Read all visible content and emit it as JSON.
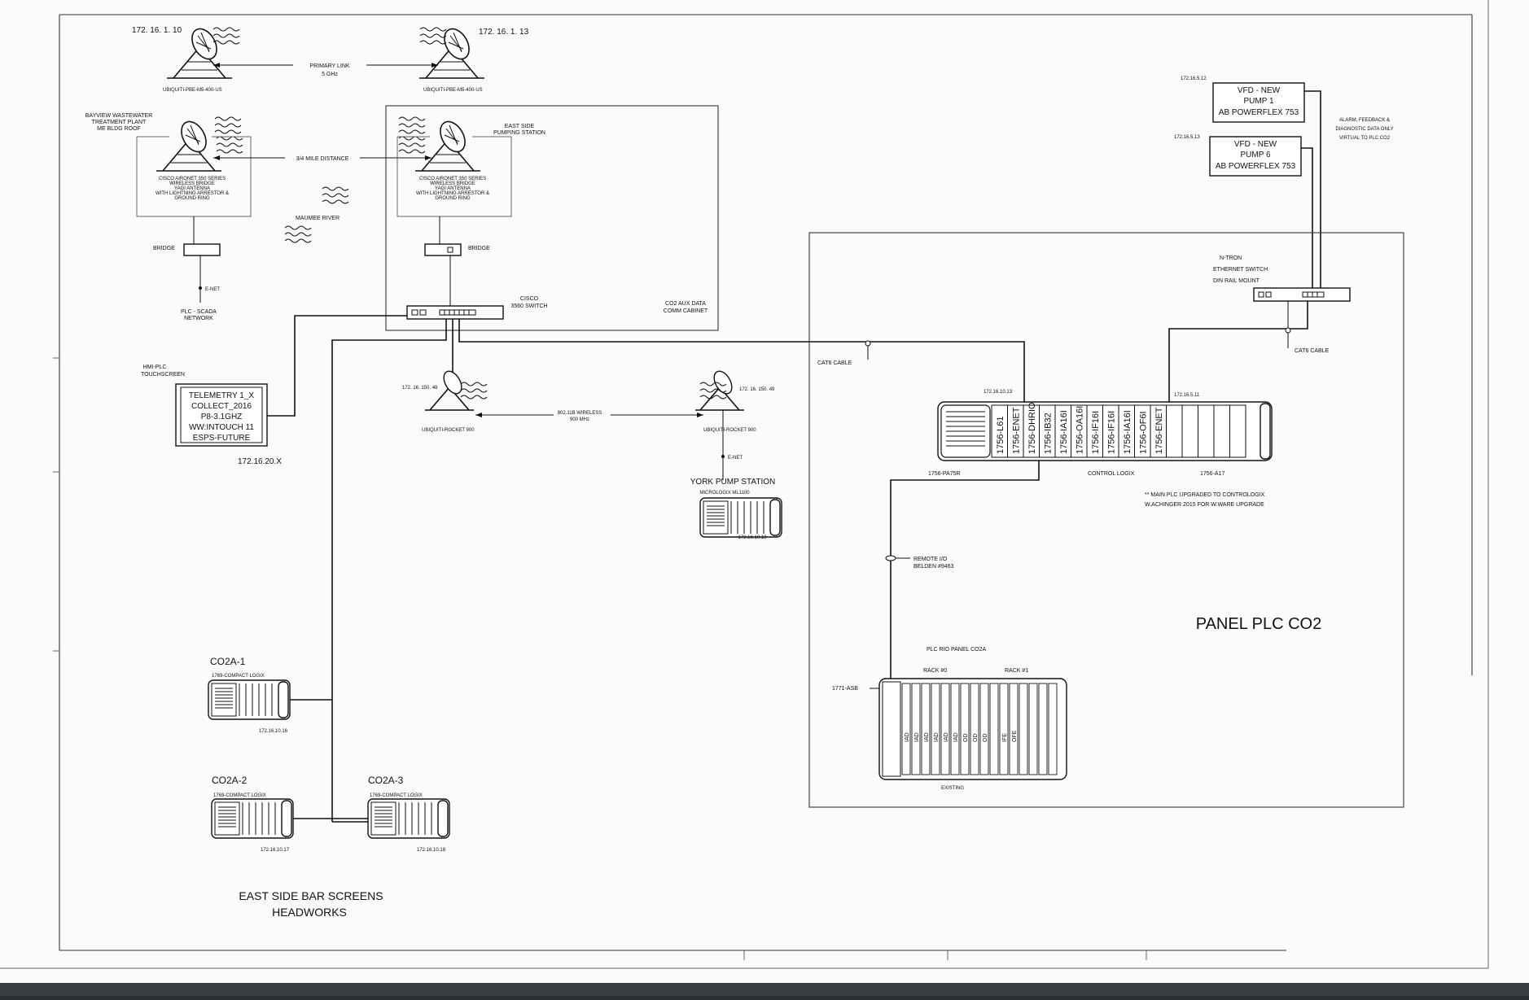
{
  "links": {
    "primary_ip_a": "172. 16. 1. 10",
    "primary_ip_b": "172. 16. 1. 13",
    "primary_link": "PRIMARY LINK",
    "primary_freq": "5 GHz",
    "dish_model_a": "UBIQUITI-PBE-M5-400-US",
    "dish_model_b": "UBIQUITI-PBE-M5-400-US",
    "distance": "3/4 MILE DISTANCE",
    "cisco_bridge_desc": [
      "CISCO AIRONET 350 SERIES",
      "WIRELESS BRIDGE",
      "YAGI ANTENNA",
      "WITH LIGHTNING ARRESTOR &",
      "GROUND RING"
    ],
    "rocket_ip_a": "172. 16. 150. 48",
    "rocket_ip_b": "172. 16. 150. 49",
    "wireless_900": "802.11B WIRELESS",
    "wireless_900_freq": "900 MHz",
    "rocket_model_a": "UBIQUITI-ROCKET 900",
    "rocket_model_b": "UBIQUITI-ROCKET 900"
  },
  "sites": {
    "bayview": [
      "BAYVIEW WASTEWATER",
      "TREATMENT PLANT",
      "ME BLDG ROOF"
    ],
    "east_side": [
      "EAST SIDE",
      "PUMPING STATION"
    ],
    "river": "MAUMEE RIVER",
    "bridge_left": "BRIDGE",
    "bridge_right": "BRIDGE",
    "enet_left": "E-NET",
    "plc_scada": [
      "PLC - SCADA",
      "NETWORK"
    ],
    "cisco_switch": [
      "CISCO",
      "3560 SWITCH"
    ],
    "aux_cabinet": [
      "CO2 AUX DATA",
      "COMM CABINET"
    ],
    "hmi_title": [
      "HMI-PLC",
      "TOUCHSCREEN"
    ],
    "hmi_screen": [
      "TELEMETRY 1_X",
      "COLLECT_2016",
      "P8-3.1GHZ",
      "WW:INTOUCH 11",
      "ESPS-FUTURE"
    ],
    "hmi_ip": "172.16.20.X",
    "york": "YORK PUMP STATION",
    "york_plc": "MICROLOGIX ML1100",
    "york_ip": "172.16.10.19",
    "york_enet": "E-NET"
  },
  "vfd": {
    "ip1": "172.16.5.12",
    "ip2": "172.16.5.13",
    "box1": [
      "VFD - NEW",
      "PUMP 1",
      "AB POWERFLEX 753"
    ],
    "box2": [
      "VFD - NEW",
      "PUMP 6",
      "AB POWERFLEX 753"
    ],
    "alarm_note": [
      "ALARM, FEEDBACK &",
      "DIAGNOSTIC DATA ONLY",
      "VIRTUAL TO PLC CO2"
    ],
    "ntron": [
      "N-TRON",
      "ETHERNET SWITCH",
      "DIN RAIL MOUNT"
    ],
    "cat6_right": "CAT6 CABLE"
  },
  "panel": {
    "cat6_left": "CAT6 CABLE",
    "rack_ip_left": "172.16.10.13",
    "rack_ip_right": "172.16.5.11",
    "modules": [
      "1756-L61",
      "1756-ENET",
      "1756-DHRIO",
      "1756-IB32",
      "1756-IA16I",
      "1756-OA16I",
      "1756-IF16I",
      "1756-IF16I",
      "1756-IA16I",
      "1756-OF6I",
      "1756-ENET"
    ],
    "power_supply": "1756-PA75R",
    "control_logix": "CONTROL LOGIX",
    "chassis": "1756-A17",
    "upgrade_note": [
      "** MAIN PLC UPGRADED TO CONTROLOGIX",
      "W.ACHINGER 2015 FOR W.WARE UPGRADE"
    ],
    "remote_io": [
      "REMOTE I/O",
      "BELDEN #9463"
    ],
    "panel_title": "PANEL PLC CO2",
    "rio_title": "PLC RIO PANEL CO2A",
    "rack0": "RACK #0",
    "rack1": "RACK #1",
    "asb": "1771-ASB",
    "existing": "EXISTING",
    "rio_slots": [
      "IAD",
      "IAD",
      "IAD",
      "IAD",
      "IAD",
      "IAD",
      "OD",
      "OD",
      "OD",
      "",
      "IFE",
      "OFE"
    ]
  },
  "compact": {
    "a1_name": "CO2A-1",
    "a1_model": "1769-COMPACT LOGIX",
    "a1_ip": "172.16.10.16",
    "a2_name": "CO2A-2",
    "a2_model": "1769-COMPACT LOGIX",
    "a2_ip": "172.16.10.17",
    "a3_name": "CO2A-3",
    "a3_model": "1769-COMPACT LOGIX",
    "a3_ip": "172.16.10.18",
    "footer": [
      "EAST SIDE BAR SCREENS",
      "HEADWORKS"
    ]
  }
}
